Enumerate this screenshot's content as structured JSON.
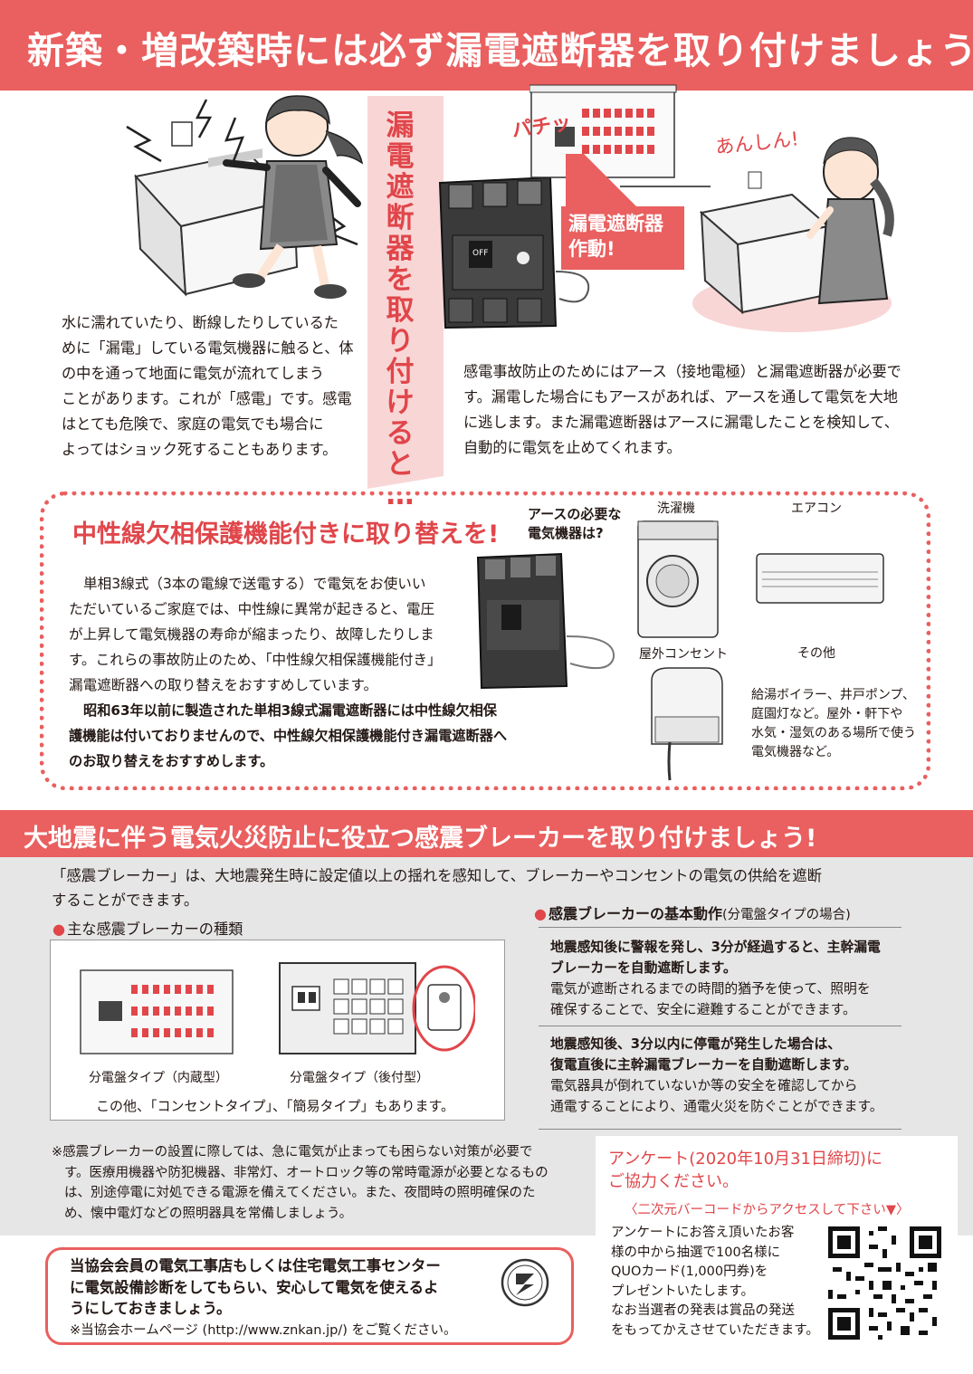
{
  "header": {
    "title": "新築・増改築時には必ず漏電遮断器を取り付けましょう!"
  },
  "vertical_banner": [
    "漏",
    "電",
    "遮",
    "断",
    "器",
    "を",
    "取",
    "り",
    "付",
    "け",
    "る",
    "と",
    "…"
  ],
  "shock_scene": {
    "paragraph": [
      "水に濡れていたり、断線したりしているた",
      "めに「漏電」している電気機器に触ると、体",
      "の中を通って地面に電気が流れてしまう",
      "ことがあります。これが「感電」です。感電",
      "はとても危険で、家庭の電気でも場合に",
      "よってはショック死することもあります。"
    ]
  },
  "safe_scene": {
    "pachitsu": "パチッ",
    "breaker_activated": [
      "漏電遮断器",
      "作動!"
    ],
    "anshin": "あんしん!",
    "paragraph": [
      "感電事故防止のためにはアース（接地電極）と漏電遮断器が必要で",
      "す。漏電した場合にもアースがあれば、アースを通して電気を大地",
      "に逃します。また漏電遮断器はアースに漏電したことを検知して、",
      "自動的に電気を止めてくれます。"
    ]
  },
  "neutral_section": {
    "heading": "中性線欠相保護機能付きに取り替えを!",
    "paragraph": [
      "単相3線式（3本の電線で送電する）で電気をお使いい",
      "ただいているご家庭では、中性線に異常が起きると、電圧",
      "が上昇して電気機器の寿命が縮まったり、故障したりしま",
      "す。これらの事故防止のため、「中性線欠相保護機能付き」",
      "漏電遮断器への取り替えをおすすめしています。"
    ],
    "bold_paragraph": [
      "昭和63年以前に製造された単相3線式漏電遮断器には中性線欠相保",
      "護機能は付いておりませんので、中性線欠相保護機能付き漏電遮断器へ",
      "のお取り替えをおすすめします。"
    ],
    "earth_title": [
      "アースの必要な",
      "電気機器は?"
    ],
    "appliances": {
      "washer": "洗濯機",
      "aircon": "エアコン",
      "outlet": "屋外コンセント",
      "other": "その他",
      "other_desc": [
        "給湯ボイラー、井戸ポンプ、",
        "庭園灯など。屋外・軒下や",
        "水気・湿気のある場所で使う",
        "電気機器など。"
      ]
    }
  },
  "quake_section": {
    "heading": "大地震に伴う電気火災防止に役立つ感震ブレーカーを取り付けましょう!",
    "intro": [
      "「感震ブレーカー」は、大地震発生時に設定値以上の揺れを感知して、ブレーカーやコンセントの電気の供給を遮断",
      "することができます。"
    ],
    "types_heading": "主な感震ブレーカーの種類",
    "type_builtin": "分電盤タイプ（内蔵型）",
    "type_addon": "分電盤タイプ（後付型）",
    "types_note": "この他、「コンセントタイプ」、「簡易タイプ」もあります。",
    "basic_heading": "感震ブレーカーの基本動作",
    "basic_heading_sub": "(分電盤タイプの場合)",
    "op1_bold": [
      "地震感知後に警報を発し、3分が経過すると、主幹漏電",
      "ブレーカーを自動遮断します。"
    ],
    "op1_text": [
      "電気が遮断されるまでの時間的猶予を使って、照明を",
      "確保することで、安全に避難することができます。"
    ],
    "op2_bold": [
      "地震感知後、3分以内に停電が発生した場合は、",
      "復電直後に主幹漏電ブレーカーを自動遮断します。"
    ],
    "op2_text": [
      "電気器具が倒れていないか等の安全を確認してから",
      "通電することにより、通電火災を防ぐことができます。"
    ],
    "notice": [
      "※感震ブレーカーの設置に際しては、急に電気が止まっても困らない対策が必要で",
      "す。医療用機器や防犯機器、非常灯、オートロック等の常時電源が必要となるもの",
      "は、別途停電に対処できる電源を備えてください。また、夜間時の照明確保のた",
      "め、懐中電灯などの照明器具を常備しましょう。"
    ]
  },
  "survey": {
    "title": [
      "アンケート(2020年10月31日締切)に",
      "ご協力ください。"
    ],
    "access": "〈二次元バーコードからアクセスして下さい▼〉",
    "body": [
      "アンケートにお答え頂いたお客",
      "様の中から抽選で100名様に",
      "QUOカード(1,000円券)を",
      "プレゼントいたします。",
      "なお当選者の発表は賞品の発送",
      "をもってかえさせていただきます。"
    ]
  },
  "footer_box": {
    "lines": [
      "当協会会員の電気工事店もしくは住宅電気工事センター",
      "に電気設備診断をしてもらい、安心して電気を使えるよ",
      "うにしておきましょう。"
    ],
    "homepage": "※当協会ホームページ (http://www.znkan.jp/) をご覧ください。"
  },
  "device_labels": {
    "off": "OFF"
  },
  "colors": {
    "accent": "#ea5f5f",
    "accent_dark": "#e0464a",
    "gray_bg": "#e6e6e6"
  }
}
